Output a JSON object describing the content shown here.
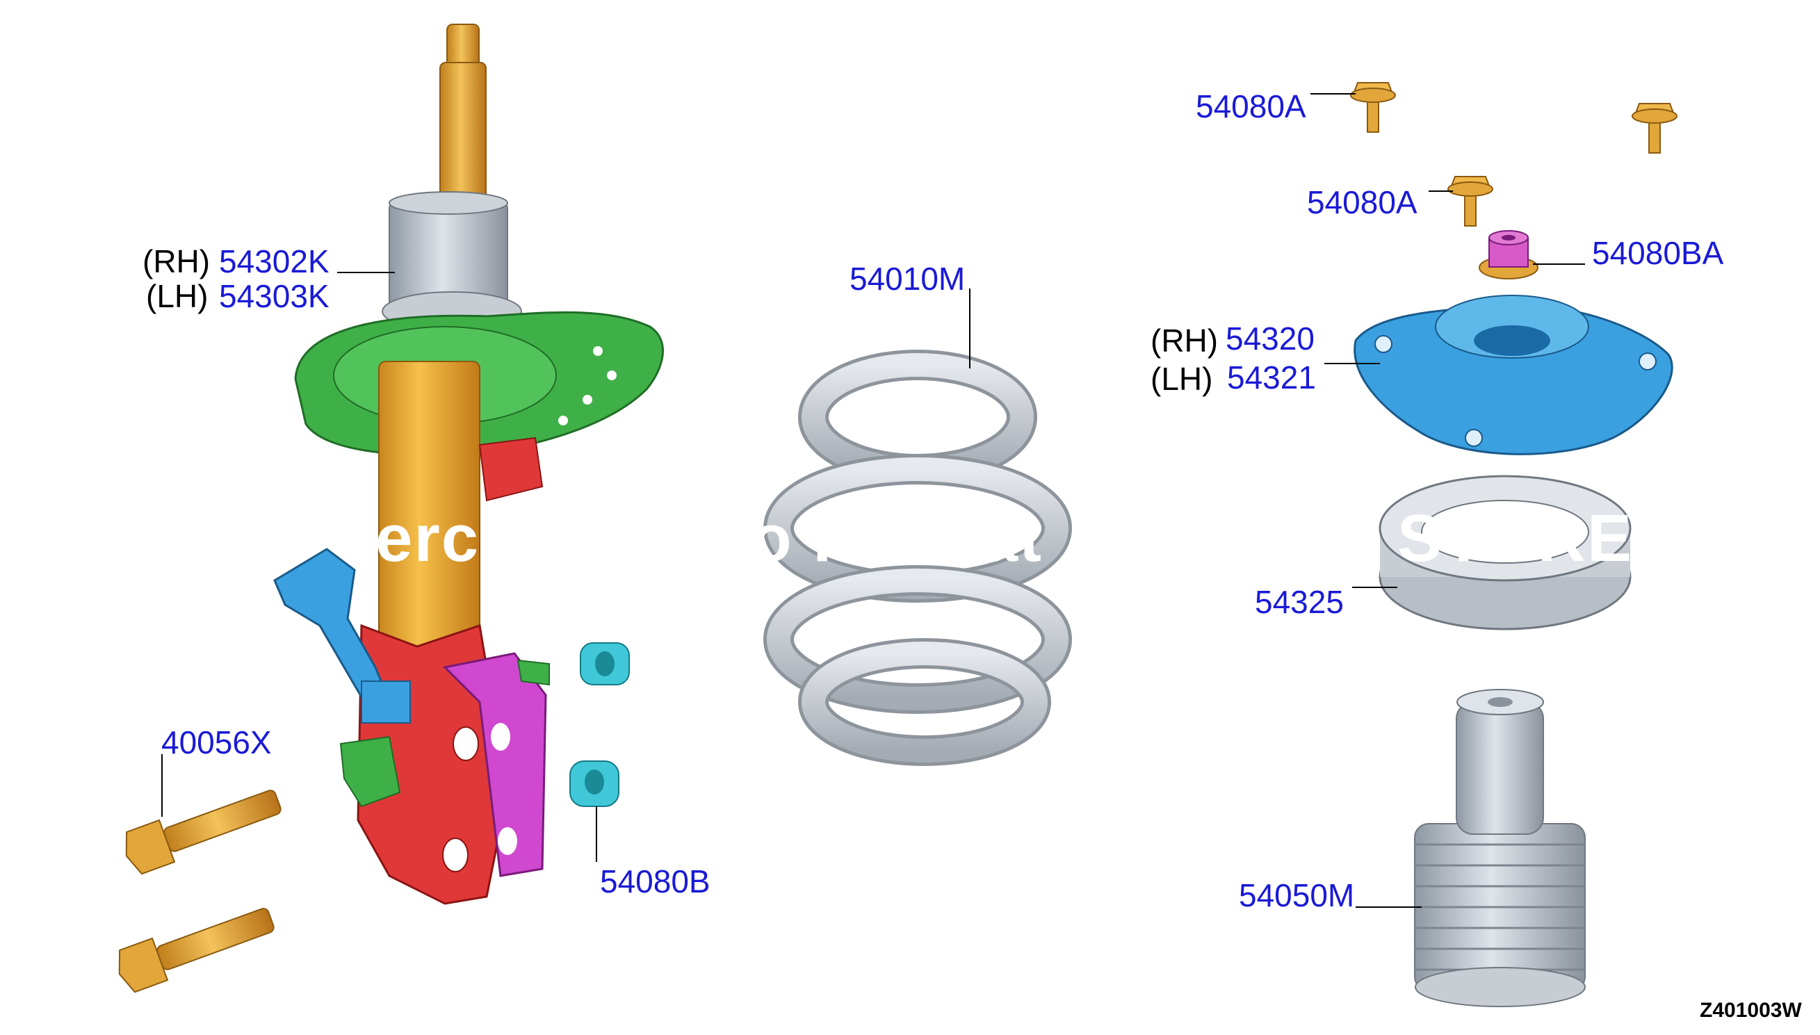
{
  "diagram": {
    "code": "Z401003W",
    "watermark_fragments": [
      "erc",
      "o Par",
      "o Cat",
      "STORE."
    ],
    "colors": {
      "label": "#1a1ad6",
      "rod": "#e2a63a",
      "insulator": "#3aa0e0",
      "seat": "#3fb048",
      "bracket_red": "#e03838",
      "bracket_magenta": "#d048d0",
      "bushing": "#40c8d8",
      "metal_grey": "#b8bec6",
      "nut": "#d85ac8"
    }
  },
  "labels": {
    "strut_rh_side": "(RH)",
    "strut_rh_part": "54302K",
    "strut_lh_side": "(LH)",
    "strut_lh_part": "54303K",
    "spring": "54010M",
    "bolt_a1": "54080A",
    "bolt_a2": "54080A",
    "nut_ba": "54080BA",
    "mount_rh_side": "(RH)",
    "mount_rh_part": "54320",
    "mount_lh_side": "(LH)",
    "mount_lh_part": "54321",
    "bearing": "54325",
    "bolt_x": "40056X",
    "bushing_b": "54080B",
    "bumper": "54050M"
  }
}
